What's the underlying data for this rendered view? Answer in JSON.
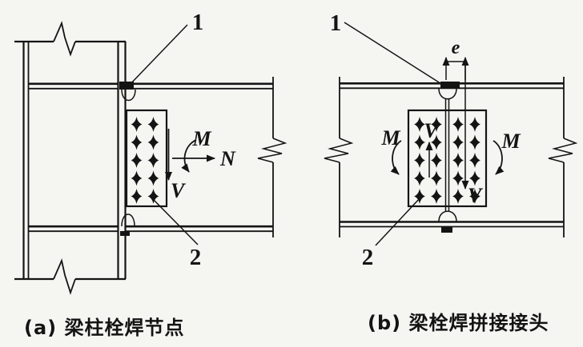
{
  "page": {
    "background": "#f5f5f2",
    "ink": "#141414"
  },
  "diagram_a": {
    "caption": "(a) 梁柱栓焊节点",
    "callout_1": "1",
    "callout_2": "2",
    "moment_label": "M",
    "axial_label": "N",
    "shear_label": "V"
  },
  "diagram_b": {
    "caption": "(b) 梁栓焊拼接接头",
    "callout_1": "1",
    "callout_2": "2",
    "moment_left_label": "M",
    "moment_right_label": "M",
    "shear_left_label": "V",
    "shear_right_label": "V",
    "eccentricity_label": "e"
  }
}
